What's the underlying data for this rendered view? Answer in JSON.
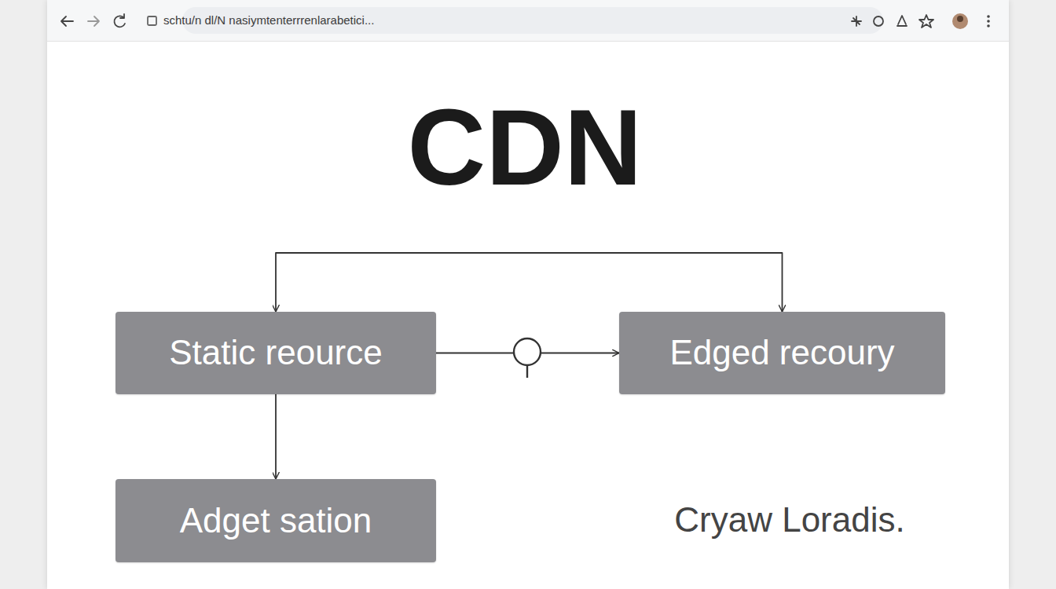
{
  "diagram": {
    "title": "CDN",
    "nodes": [
      {
        "text": [
          "Static reource"
        ]
      },
      {
        "text": [
          "Edged recoury"
        ]
      },
      {
        "text": [
          "Adget sation"
        ]
      }
    ],
    "edges": [
      {
        "from": 0,
        "to": 1,
        "arrow": "to"
      },
      {
        "from": 0,
        "to": 1,
        "arrow": "both"
      },
      {
        "from": 0,
        "to": 2,
        "arrow": "to"
      }
    ],
    "labels": [
      "schtu/n dl/N nasiymtenterrrenlarabetici...",
      "Cryaw Loradis."
    ]
  }
}
